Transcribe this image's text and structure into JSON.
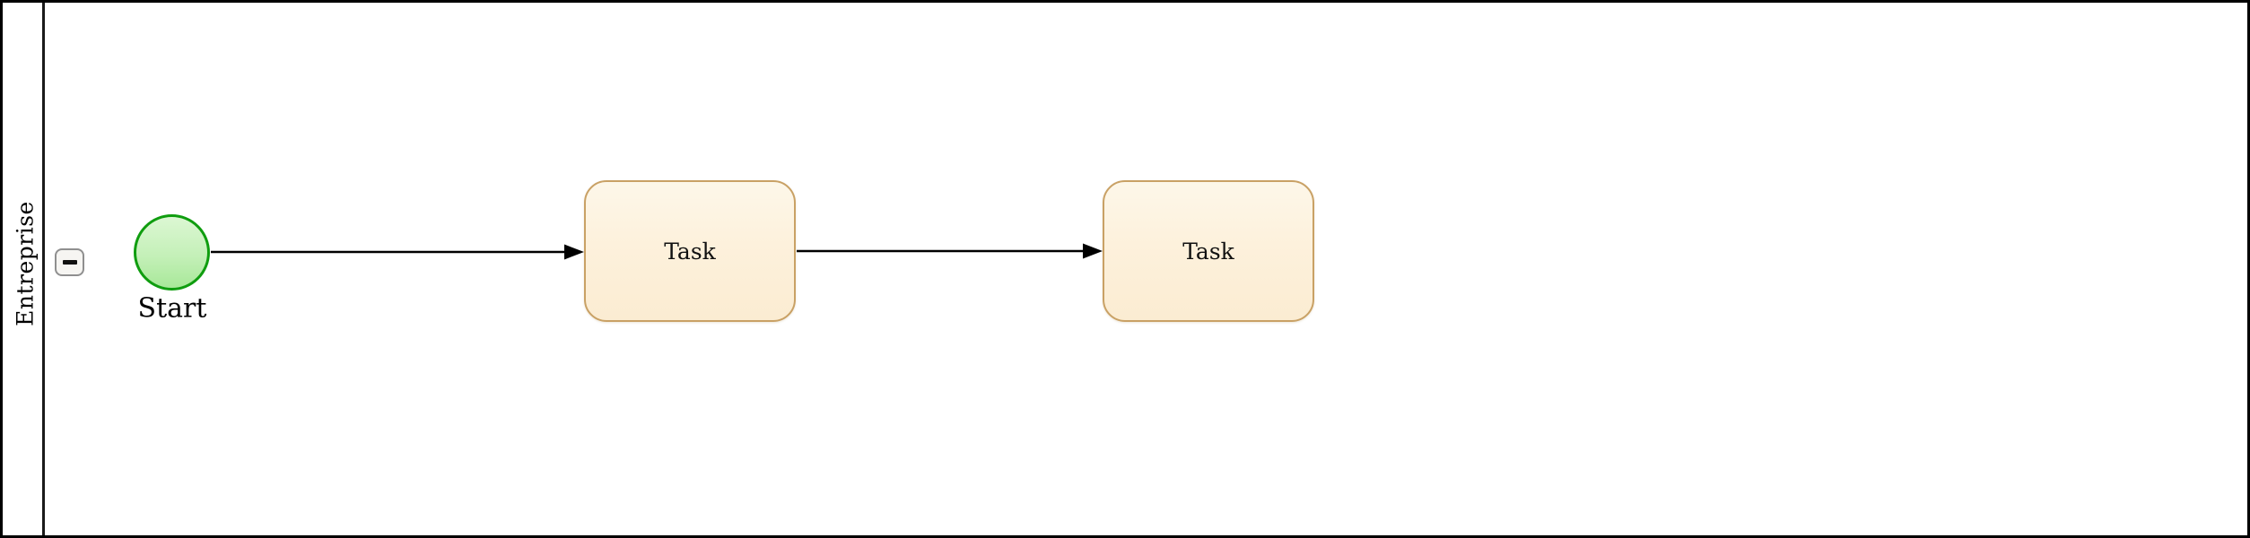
{
  "diagram": {
    "kind": "bpmn-process",
    "pool": {
      "label": "Entreprise",
      "collapse_icon": "minus"
    },
    "nodes": [
      {
        "id": "start-event",
        "type": "start-event",
        "label": "Start"
      },
      {
        "id": "task-1",
        "type": "task",
        "label": "Task"
      },
      {
        "id": "task-2",
        "type": "task",
        "label": "Task"
      }
    ],
    "flows": [
      {
        "from": "start-event",
        "to": "task-1"
      },
      {
        "from": "task-1",
        "to": "task-2"
      }
    ],
    "colors": {
      "pool_border": "#000000",
      "lane_divider": "#1a1a1a",
      "event_border": "#0f9d0f",
      "event_fill_top": "#dcf7d3",
      "event_fill_bottom": "#a8e899",
      "task_border": "#c9a165",
      "task_fill_top": "#fdf7e9",
      "task_fill_bottom": "#fbecd2",
      "connector": "#000000",
      "button_border": "#8f8f8f",
      "button_fill": "#f6f5f2"
    }
  }
}
